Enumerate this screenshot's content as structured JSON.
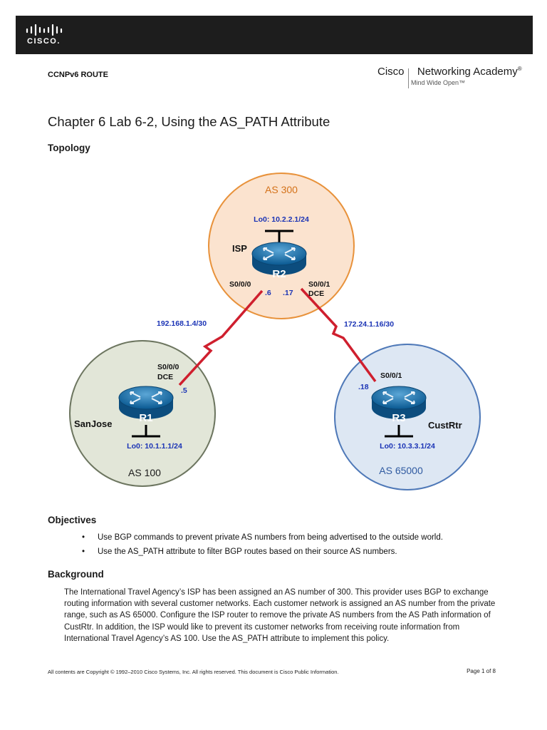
{
  "header": {
    "cisco_wordmark": "CISCO.",
    "course_title": "CCNPv6 ROUTE",
    "academy_name_1": "Cisco",
    "academy_name_2": "Networking Academy",
    "academy_reg": "®",
    "academy_tagline": "Mind Wide Open™"
  },
  "title": "Chapter 6 Lab 6-2, Using the AS_PATH Attribute",
  "sections": {
    "topology": "Topology",
    "objectives": "Objectives",
    "background": "Background"
  },
  "topology": {
    "as300": "AS 300",
    "as100": "AS 100",
    "as65000": "AS 65000",
    "r2": "R2",
    "r1": "R1",
    "r3": "R3",
    "isp": "ISP",
    "sanjose": "SanJose",
    "custrtr": "CustRtr",
    "lo_r2": "Lo0: 10.2.2.1/24",
    "lo_r1": "Lo0: 10.1.1.1/24",
    "lo_r3": "Lo0: 10.3.3.1/24",
    "r2_s000": "S0/0/0",
    "r2_s001": "S0/0/1",
    "r2_dce": "DCE",
    "r2_ip6": ".6",
    "r2_ip17": ".17",
    "r1_s000": "S0/0/0",
    "r1_dce": "DCE",
    "r1_ip5": ".5",
    "r3_s001": "S0/0/1",
    "r3_ip18": ".18",
    "net_left": "192.168.1.4/30",
    "net_right": "172.24.1.16/30",
    "colors": {
      "as300_fill": "#fbe3cf",
      "as300_stroke": "#e8923b",
      "as100_fill": "#e2e6d8",
      "as100_stroke": "#6d7660",
      "as65000_fill": "#dde7f3",
      "as65000_stroke": "#4f79b8",
      "link": "#cf1f2e",
      "label_blue": "#1a33b5",
      "as_text_orange": "#d4721a",
      "as_text_blue": "#2f5aa0"
    }
  },
  "objectives": [
    "Use BGP commands to prevent private AS numbers from being advertised to the outside world.",
    "Use the AS_PATH attribute to filter BGP routes based on their source AS numbers."
  ],
  "bullet": "•",
  "background_text": "The International Travel Agency’s ISP has been assigned an AS number of 300. This provider uses BGP to exchange routing information with several customer networks. Each customer network is assigned an AS number from the private range, such as AS 65000. Configure the ISP router to remove the private AS numbers from the AS Path information of CustRtr. In addition, the ISP would like to prevent its customer networks from receiving route information from International Travel Agency’s AS 100. Use the AS_PATH attribute to implement this policy.",
  "footer": {
    "copyright": "All contents are Copyright © 1992–2010 Cisco Systems, Inc. All rights reserved. This document is Cisco Public Information.",
    "page": "Page 1 of 8"
  }
}
